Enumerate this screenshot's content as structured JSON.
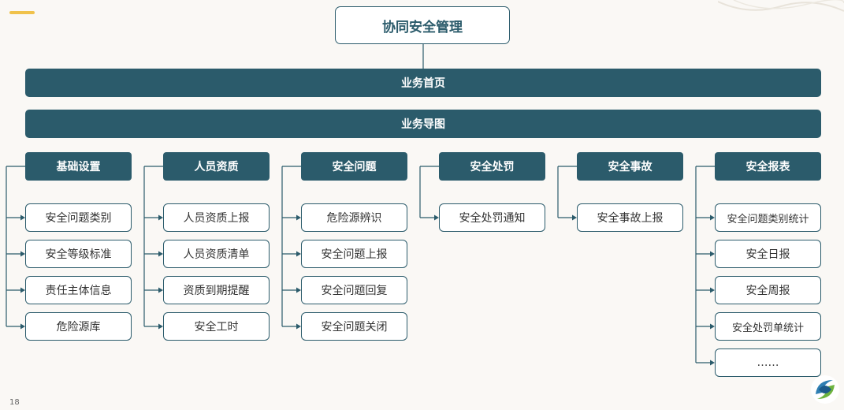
{
  "root_title": "协同安全管理",
  "bar1": "业务首页",
  "bar2": "业务导图",
  "categories": [
    {
      "title": "基础设置",
      "items": [
        "安全问题类别",
        "安全等级标准",
        "责任主体信息",
        "危险源库"
      ]
    },
    {
      "title": "人员资质",
      "items": [
        "人员资质上报",
        "人员资质清单",
        "资质到期提醒",
        "安全工时"
      ]
    },
    {
      "title": "安全问题",
      "items": [
        "危险源辨识",
        "安全问题上报",
        "安全问题回复",
        "安全问题关闭"
      ]
    },
    {
      "title": "安全处罚",
      "items": [
        "安全处罚通知"
      ]
    },
    {
      "title": "安全事故",
      "items": [
        "安全事故上报"
      ]
    },
    {
      "title": "安全报表",
      "items": [
        "安全问题类别统计",
        "安全日报",
        "安全周报",
        "安全处罚单统计",
        "……"
      ]
    }
  ],
  "page_number": "18",
  "colors": {
    "primary": "#2b5b6b",
    "accent": "#f0c24b"
  }
}
